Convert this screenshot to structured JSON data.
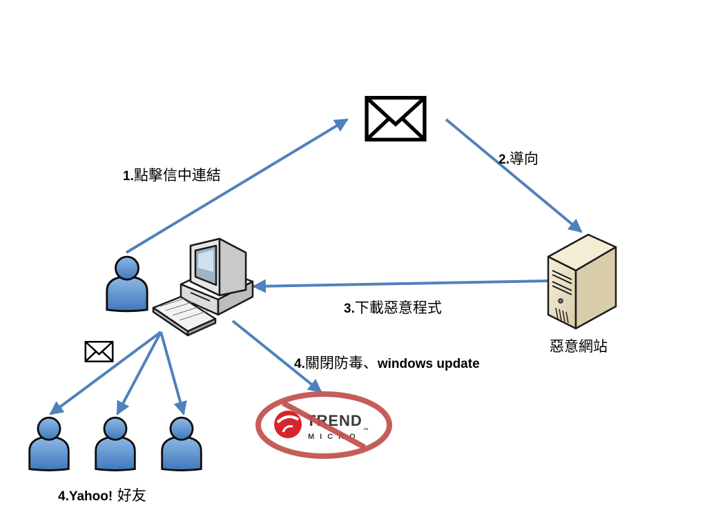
{
  "steps": [
    {
      "number": "1.",
      "text": "點擊信中連結"
    },
    {
      "number": "2.",
      "text": "導向"
    },
    {
      "number": "3.",
      "text": "下載惡意程式"
    },
    {
      "number": "4.",
      "text": "關閉防毒、",
      "text_latin": "windows update"
    },
    {
      "number": "4.Yahoo!",
      "text": " 好友"
    }
  ],
  "server_label": "惡意網站",
  "antivirus_logo": {
    "line1": "TREND",
    "line2": "MICRO",
    "mark": "™"
  },
  "colors": {
    "arrow": "#4f81bd",
    "person": "#4a86c8",
    "prohibit": "#c0504d"
  }
}
